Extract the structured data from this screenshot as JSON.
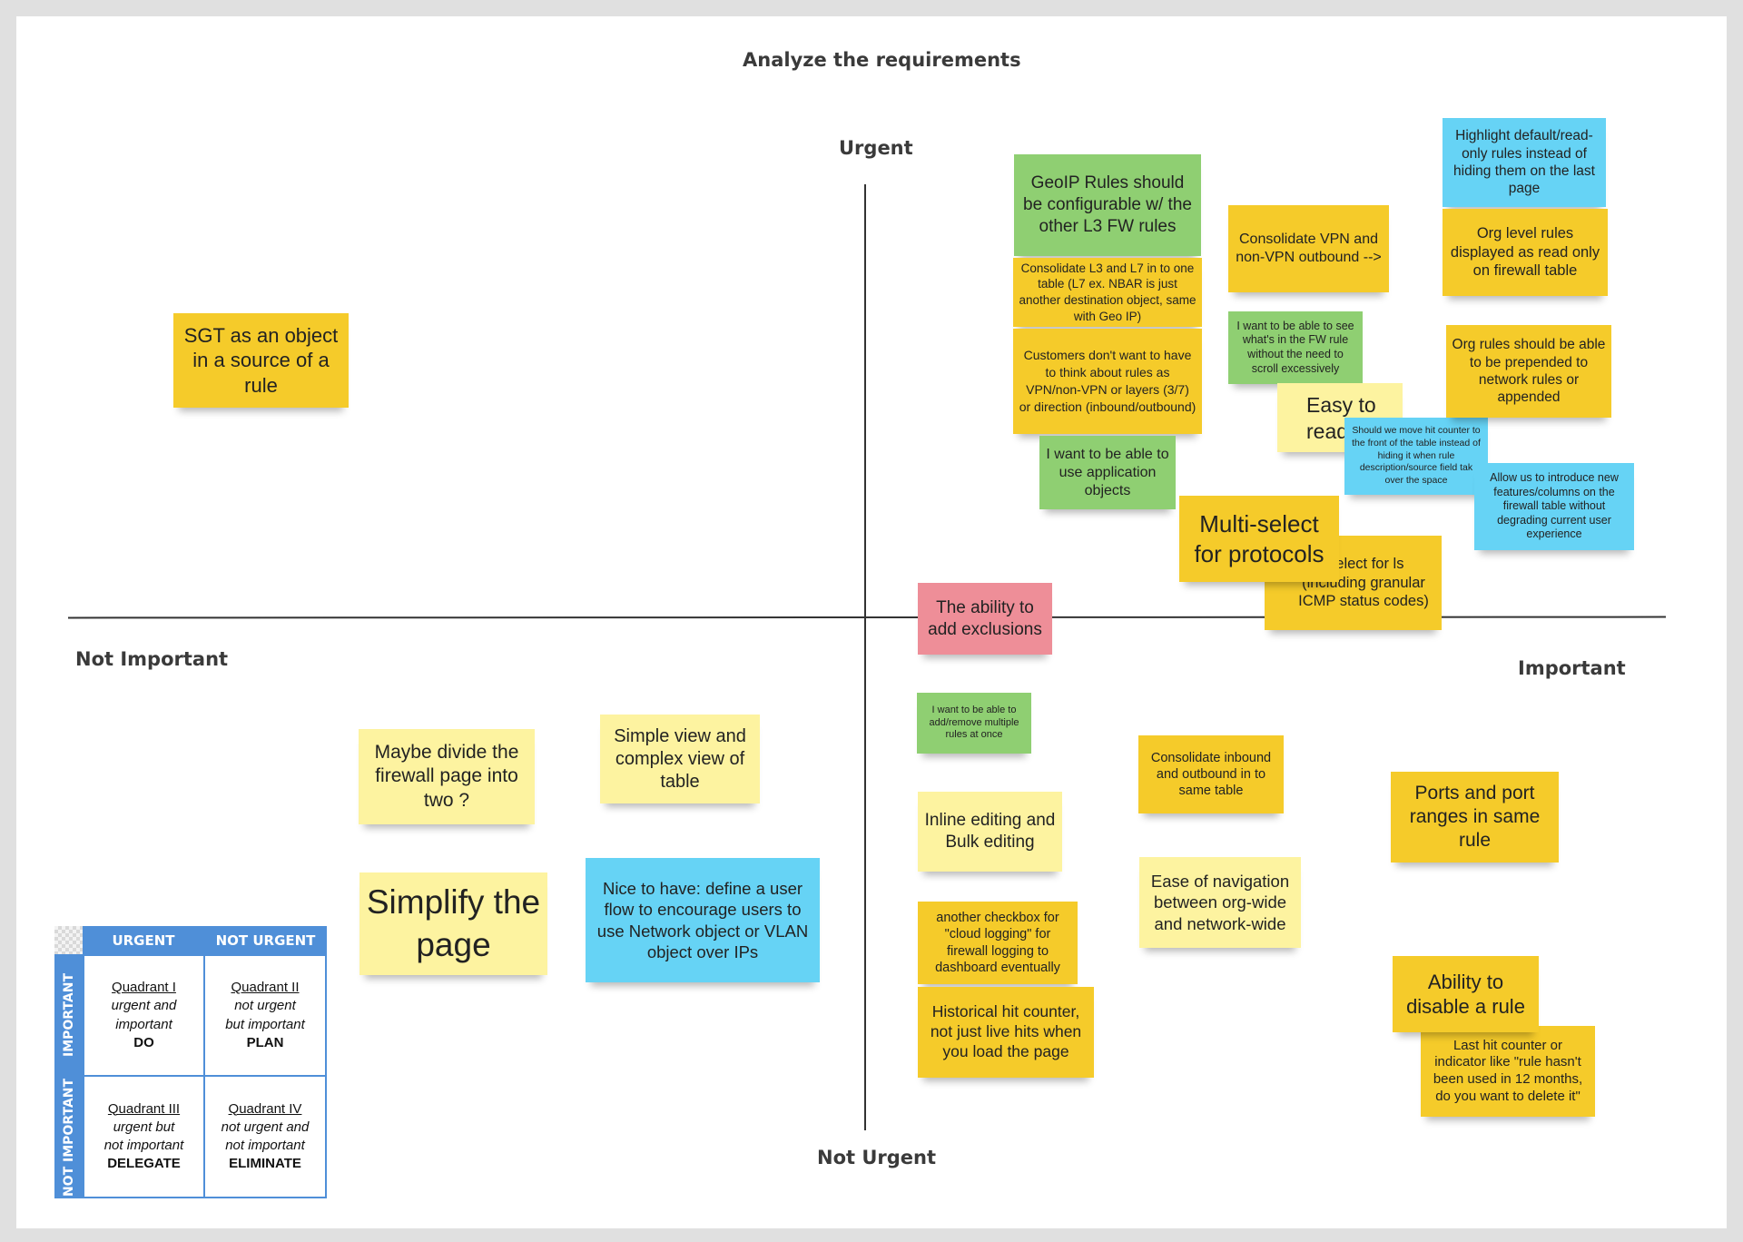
{
  "board": {
    "title": "Analyze the requirements",
    "axes": {
      "top": "Urgent",
      "bottom": "Not Urgent",
      "left": "Not Important",
      "right": "Important"
    }
  },
  "notes": {
    "sgt_object": "SGT as an object in a source of a rule",
    "geoip": "GeoIP Rules should be configurable w/ the other L3 FW rules",
    "consolidate_l3_l7": "Consolidate L3 and L7 in to one table (L7 ex. NBAR is just another destination object, same with Geo IP)",
    "customers_no_think": "Customers don't want to have to think about rules as VPN/non-VPN or layers (3/7) or direction (inbound/outbound)",
    "application_objects": "I want to be able to use application objects",
    "consolidate_vpn": "Consolidate VPN and non-VPN outbound -->",
    "see_fw_rule": "I want to be able to see what's in the FW rule without the need to scroll excessively",
    "easy_to_read": "Easy to read",
    "hit_counter_front": "Should we move hit counter to the front of the table instead of hiding it when rule description/source field tak over the space",
    "highlight_default": "Highlight default/read-only rules instead of hiding them on the last page",
    "org_level_rules": "Org level rules displayed as read only on firewall table",
    "org_rules_prepended": "Org rules should be able to be prepended to network rules or appended",
    "new_features": "Allow us to introduce new features/columns on the firewall table without degrading current user experience",
    "multiselect_protocols": "Multi-select for protocols",
    "multiselect_icmp": "-select for ls (including granular ICMP status codes)",
    "exclusions": "The ability to add exclusions",
    "add_remove_multiple": "I want to be able to add/remove multiple rules at once",
    "consolidate_inbound": "Consolidate inbound and outbound in to same table",
    "ports_ranges": "Ports and port ranges in same rule",
    "inline_editing": "Inline editing and Bulk editing",
    "ease_navigation": "Ease of navigation between org-wide and network-wide",
    "cloud_logging": "another checkbox for \"cloud logging\" for firewall logging to dashboard eventually",
    "historical_hit": "Historical hit counter, not just live hits when you load the page",
    "disable_rule": "Ability to disable a rule",
    "last_hit_counter": "Last hit counter or indicator like \"rule hasn't been used in 12 months, do you want to delete it\"",
    "divide_page": "Maybe divide the firewall page into two ?",
    "simple_complex": "Simple view and complex view of table",
    "simplify": "Simplify the page",
    "nice_to_have": "Nice to have: define a user flow to encourage users to use Network object or VLAN object over IPs"
  },
  "legend": {
    "col_urgent": "URGENT",
    "col_not_urgent": "NOT URGENT",
    "row_important": "IMPORTANT",
    "row_not_important": "NOT IMPORTANT",
    "q1": {
      "title": "Quadrant I",
      "line1": "urgent and",
      "line2": "important",
      "action": "DO"
    },
    "q2": {
      "title": "Quadrant II",
      "line1": "not urgent",
      "line2": "but important",
      "action": "PLAN"
    },
    "q3": {
      "title": "Quadrant III",
      "line1": "urgent but",
      "line2": "not important",
      "action": "DELEGATE"
    },
    "q4": {
      "title": "Quadrant IV",
      "line1": "not urgent and",
      "line2": "not important",
      "action": "ELIMINATE"
    }
  },
  "colors": {
    "yellow": "#f5cb2a",
    "light_yellow": "#fdf3a0",
    "green": "#8fcf72",
    "blue": "#66d3f5",
    "pink": "#ee8e98",
    "legend_blue": "#4f8fd8"
  }
}
